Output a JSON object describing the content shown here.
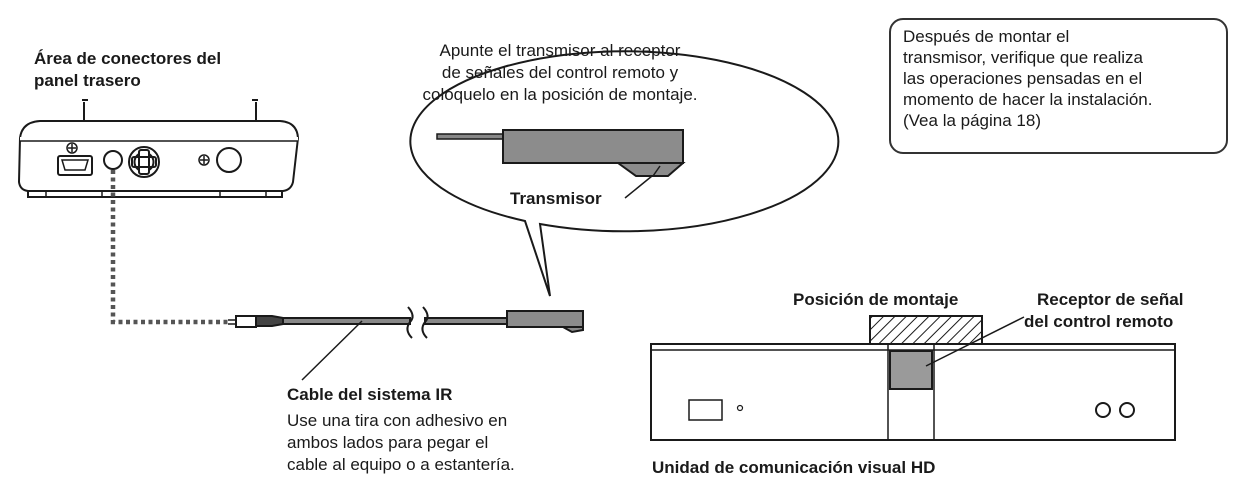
{
  "labels": {
    "rear_panel_line1": "Área de conectores del",
    "rear_panel_line2": "panel trasero",
    "bubble_line1": "Apunte el transmisor al receptor",
    "bubble_line2": "de señales del control remoto y",
    "bubble_line3": "colóquelo en la posición de montaje.",
    "transmitter": "Transmisor",
    "mount_position": "Posición de montaje",
    "receiver_line1": "Receptor de señal",
    "receiver_line2": "del control remoto",
    "cable_title": "Cable del sistema IR",
    "cable_note_line1": "Use una tira con adhesivo en",
    "cable_note_line2": "ambos lados para pegar el",
    "cable_note_line3": "cable al equipo o a estantería.",
    "unit_name": "Unidad de comunicación visual HD"
  },
  "note": {
    "line1": "Después de montar el",
    "line2": "transmisor, verifique que realiza",
    "line3": "las operaciones pensadas en el",
    "line4": "momento de hacer la instalación.",
    "line5": "(Vea la página 18)"
  },
  "colors": {
    "line": "#1a1a1a",
    "device_fill": "#ffffff",
    "transmitter_fill": "#8c8c8c",
    "receiver_fill": "#9a9a9a",
    "cable_dotted": "#555555"
  }
}
